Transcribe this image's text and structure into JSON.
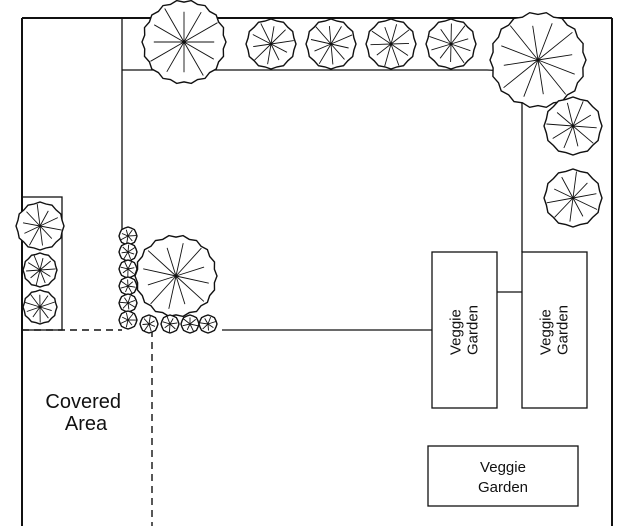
{
  "diagram": {
    "covered_area_label": [
      "Covered",
      "Area"
    ],
    "veggie_garden_vertical_1": [
      "Veggie",
      "Garden"
    ],
    "veggie_garden_vertical_2": [
      "Veggie",
      "Garden"
    ],
    "veggie_garden_horizontal": [
      "Veggie",
      "Garden"
    ]
  }
}
